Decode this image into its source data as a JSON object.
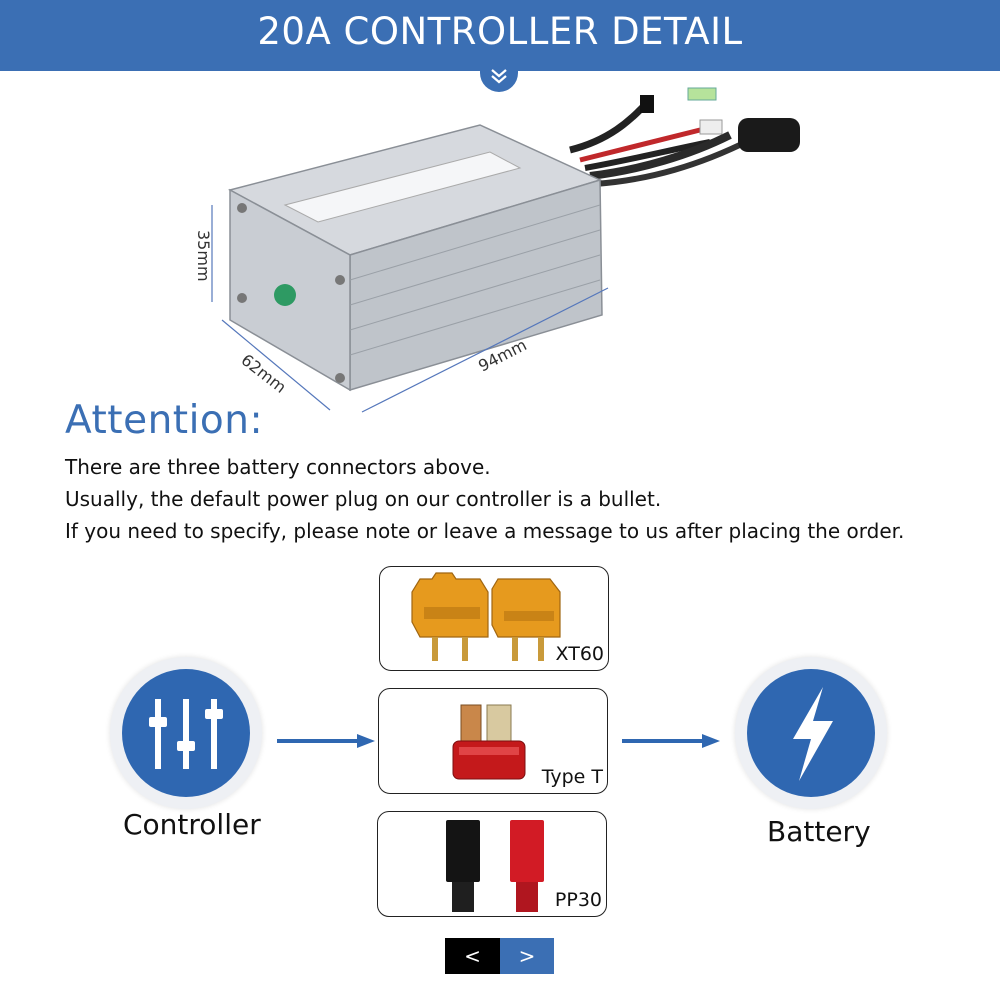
{
  "header": {
    "title": "20A CONTROLLER DETAIL",
    "chevron_icon": "double-chevron-down-icon"
  },
  "product": {
    "dimensions": {
      "height": "35mm",
      "depth": "62mm",
      "length": "94mm"
    }
  },
  "attention": {
    "heading": "Attention:",
    "lines": [
      "There are three battery connectors above.",
      "Usually, the default power plug on our controller is a bullet.",
      "If you need to specify, please note or leave a message to us after placing the order."
    ]
  },
  "diagram": {
    "controller": {
      "label": "Controller",
      "icon": "sliders-icon"
    },
    "battery": {
      "label": "Battery",
      "icon": "lightning-bolt-icon"
    },
    "connectors": [
      {
        "label": "XT60"
      },
      {
        "label": "Type T"
      },
      {
        "label": "PP30"
      }
    ],
    "colors": {
      "accent": "#2f67b1",
      "banner": "#3b6fb4"
    }
  },
  "pager": {
    "prev": "<",
    "next": ">"
  }
}
